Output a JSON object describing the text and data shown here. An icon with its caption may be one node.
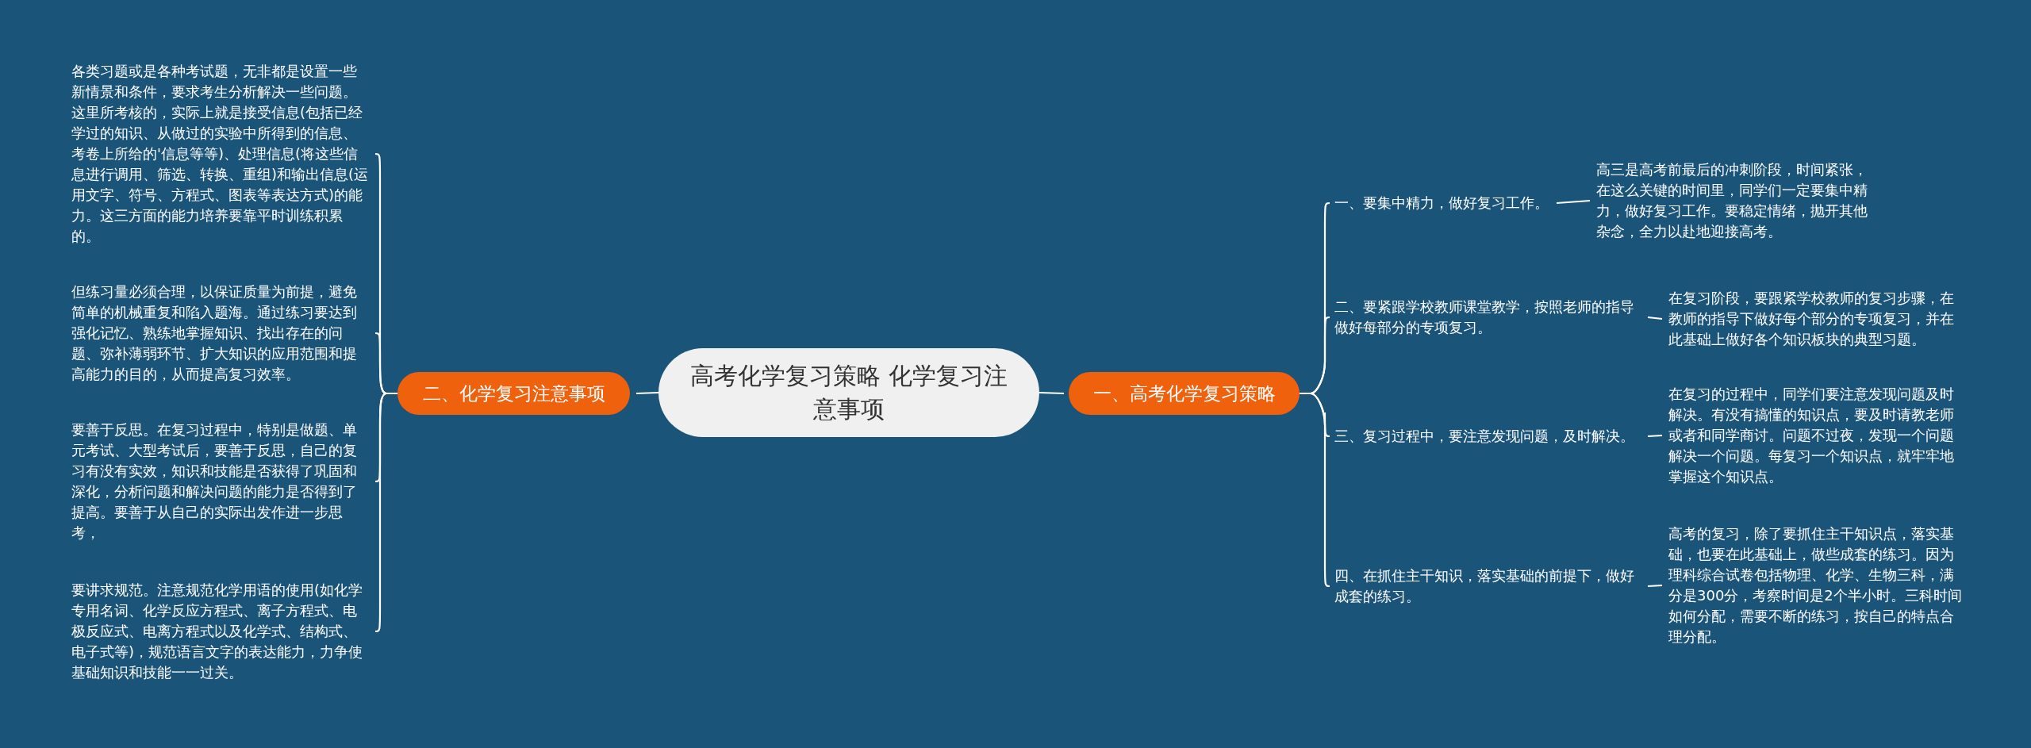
{
  "diagram": {
    "nodes": [
      {
        "text": [
          "高考化学复习策略 化学复习注意事项"
        ]
      },
      {
        "text": [
          "一、高考化学复习策略"
        ]
      },
      {
        "text": [
          "二、化学复习注意事项"
        ]
      },
      {
        "text": [
          "一、要集中精力，做好复习工作。"
        ]
      },
      {
        "text": [
          "二、要紧跟学校教师课堂教学，按照老师的指导做好每部分的专项复习。"
        ]
      },
      {
        "text": [
          "三、复习过程中，要注意发现问题，及时解决。"
        ]
      },
      {
        "text": [
          "四、在抓住主干知识，落实基础的前提下，做好成套的练习。"
        ]
      },
      {
        "text": [
          "高三是高考前最后的冲刺阶段，时间紧张，在这么关键的时间里，同学们一定要集中精力，做好复习工作。要稳定情绪，抛开其他杂念，全力以赴地迎接高考。"
        ]
      },
      {
        "text": [
          "在复习阶段，要跟紧学校教师的复习步骤，在教师的指导下做好每个部分的专项复习，并在此基础上做好各个知识板块的典型习题。"
        ]
      },
      {
        "text": [
          "在复习的过程中，同学们要注意发现问题及时解决。有没有搞懂的知识点，要及时请教老师或者和同学商讨。问题不过夜，发现一个问题解决一个问题。每复习一个知识点，就牢牢地掌握这个知识点。"
        ]
      },
      {
        "text": [
          "高考的复习，除了要抓住主干知识点，落实基础，也要在此基础上，做些成套的练习。因为理科综合试卷包括物理、化学、生物三科，满分是300分，考察时间是2个半小时。三科时间如何分配，需要不断的练习，按自己的特点合理分配。"
        ]
      },
      {
        "text": [
          "各类习题或是各种考试题，无非都是设置一些新情景和条件，要求考生分析解决一些问题。这里所考核的，实际上就是接受信息(包括已经学过的知识、从做过的实验中所得到的信息、考卷上所给的'信息等等)、处理信息(将这些信息进行调用、筛选、转换、重组)和输出信息(运用文字、符号、方程式、图表等表达方式)的能力。这三方面的能力培养要靠平时训练积累的。"
        ]
      },
      {
        "text": [
          "但练习量必须合理，以保证质量为前提，避免简单的机械重复和陷入题海。通过练习要达到强化记忆、熟练地掌握知识、找出存在的问题、弥补薄弱环节、扩大知识的应用范围和提高能力的目的，从而提高复习效率。"
        ]
      },
      {
        "text": [
          "要善于反思。在复习过程中，特别是做题、单元考试、大型考试后，要善于反思，自己的复习有没有实效，知识和技能是否获得了巩固和深化，分析问题和解决问题的能力是否得到了提高。要善于从自己的实际出发作进一步思考，"
        ]
      },
      {
        "text": [
          "要讲求规范。注意规范化学用语的使用(如化学专用名词、化学反应方程式、离子方程式、电极反应式、电离方程式以及化学式、结构式、电子式等)，规范语言文字的表达能力，力争使基础知识和技能一一过关。"
        ]
      }
    ],
    "edges": [
      {
        "from": 0,
        "to": 1,
        "arrow": "none"
      },
      {
        "from": 0,
        "to": 2,
        "arrow": "none"
      },
      {
        "from": 1,
        "to": 3,
        "arrow": "none"
      },
      {
        "from": 1,
        "to": 4,
        "arrow": "none"
      },
      {
        "from": 1,
        "to": 5,
        "arrow": "none"
      },
      {
        "from": 1,
        "to": 6,
        "arrow": "none"
      },
      {
        "from": 3,
        "to": 7,
        "arrow": "none"
      },
      {
        "from": 4,
        "to": 8,
        "arrow": "none"
      },
      {
        "from": 5,
        "to": 9,
        "arrow": "none"
      },
      {
        "from": 6,
        "to": 10,
        "arrow": "none"
      },
      {
        "from": 2,
        "to": 11,
        "arrow": "none"
      },
      {
        "from": 2,
        "to": 12,
        "arrow": "none"
      },
      {
        "from": 2,
        "to": 13,
        "arrow": "none"
      },
      {
        "from": 2,
        "to": 14,
        "arrow": "none"
      }
    ]
  }
}
